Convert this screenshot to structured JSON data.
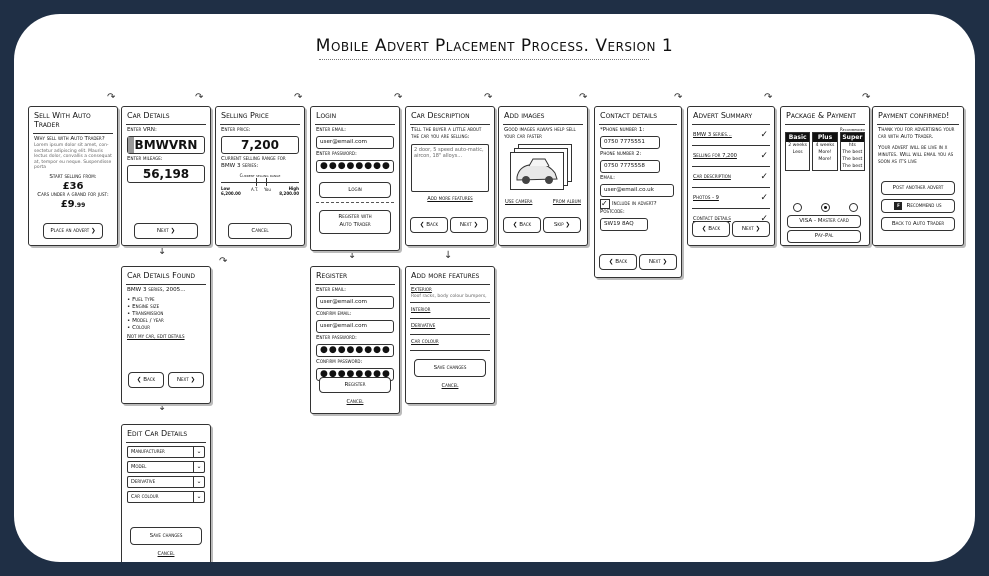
{
  "title": "Mobile Advert Placement Process. Version 1",
  "sell": {
    "title": "Sell With Auto Trader",
    "question": "Why sell with Auto Trader?",
    "lorem": "Lorem ipsum dolor sit amet, con-sectetur adipiscing elit. Mauris lectus dolor, convallis a consequat at, tempor eu neque. Suspendisse porta",
    "start_label": "Start selling from:",
    "start_price": "£36",
    "under_label": "Cars under a grand for just:",
    "under_price": "£9",
    "under_pence": ".99",
    "button": "Place an advert"
  },
  "car_details": {
    "title": "Car Details",
    "vrn_label": "Enter VRN:",
    "vrn_value": "BMWVRN",
    "mileage_label": "Enter mileage:",
    "mileage_value": "56,198",
    "next": "Next"
  },
  "selling_price": {
    "title": "Selling Price",
    "price_label": "Enter price:",
    "price_value": "7,200",
    "range_label": "Current selling range for BMW 3 series:",
    "range_caption": "Current selling range",
    "low_label": "Low",
    "low_value": "6,200.00",
    "at_label": "A.T.",
    "you_label": "You",
    "high_label": "High",
    "high_value": "8,200.00",
    "cancel": "Cancel"
  },
  "login": {
    "title": "Login",
    "email_label": "Enter email:",
    "email_value": "user@email.com",
    "password_label": "Enter password:",
    "password_value": "●●●●●●●●",
    "login_button": "Login",
    "register_button_1": "Register with",
    "register_button_2": "Auto Trader"
  },
  "car_description": {
    "title": "Car Description",
    "intro": "Tell the buyer a little about the car you are selling:",
    "text": "2 door, 5 speed auto-matic, aircon, 18\" alloys...",
    "add_features": "Add more features",
    "back": "Back",
    "next": "Next"
  },
  "add_images": {
    "title": "Add images",
    "intro": "Good images always help sell your car faster",
    "use_camera": "Use camera",
    "from_album": "From album",
    "back": "Back",
    "skip": "Skip"
  },
  "contact": {
    "title": "Contact details",
    "phone1_label": "*Phone number 1:",
    "phone1_value": "0750 7775551",
    "phone2_label": "Phone number 2:",
    "phone2_value": "0750 7775558",
    "email_label": "Email:",
    "email_value": "user@email.co.uk",
    "include_label": "Include in advert?",
    "postcode_label": "Postcode:",
    "postcode_value": "SW19 8AQ",
    "back": "Back",
    "next": "Next"
  },
  "summary": {
    "title": "Advert Summary",
    "items": [
      "BMW 3 series...",
      "Selling for 7,200",
      "Car description",
      "Photos - 9",
      "Contact details"
    ],
    "back": "Back",
    "next": "Next"
  },
  "package": {
    "title": "Package & Payment",
    "recommended": "Recommended",
    "basic": {
      "name": "Basic",
      "rows": [
        "2 weeks",
        "Less"
      ]
    },
    "plus": {
      "name": "Plus",
      "rows": [
        "4 weeks",
        "More!",
        "More!"
      ]
    },
    "super": {
      "name": "Super",
      "rows": [
        "hts",
        "The best",
        "The best",
        "The best"
      ]
    },
    "visa": "VISA - Master card",
    "paypal": "Pay-Pal"
  },
  "confirmed": {
    "title": "Payment confirmed!",
    "thanks": "Thank you for advertising your car with Auto Trader.",
    "live": "Your advert will be live in x minutes. Will will email you as soon as it's live",
    "post_another": "Post another advert",
    "fb_icon": "f",
    "recommend": "Recommend us",
    "back": "Back to Auto Trader"
  },
  "found": {
    "title": "Car Details Found",
    "model": "BMW 3 series, 2005...",
    "bullets": [
      "Fuel type",
      "Engine size",
      "Transmission",
      "Model / year",
      "Colour"
    ],
    "not_my_car": "Not my car, edit details",
    "back": "Back",
    "next": "Next"
  },
  "register": {
    "title": "Register",
    "email_label": "Enter email:",
    "email_value": "user@email.com",
    "confirm_email_label": "Confirm email:",
    "confirm_email_value": "user@email.com",
    "password_label": "Enter password:",
    "password_value": "●●●●●●●●",
    "confirm_password_label": "Confirm password:",
    "confirm_password_value": "●●●●●●●●",
    "register_button": "Register",
    "cancel": "Cancel"
  },
  "features": {
    "title": "Add more features",
    "exterior": "Exterior",
    "exterior_sub": "Roof racks, body colour bumpers,",
    "interior": "Interior",
    "derivative": "Derivative",
    "colour": "Car colour",
    "save": "Save changes",
    "cancel": "Cancel"
  },
  "edit": {
    "title": "Edit Car Details",
    "selects": [
      "Manufacturer",
      "Model",
      "Derivative",
      "Car colour"
    ],
    "save": "Save changes",
    "cancel": "Cancel"
  }
}
